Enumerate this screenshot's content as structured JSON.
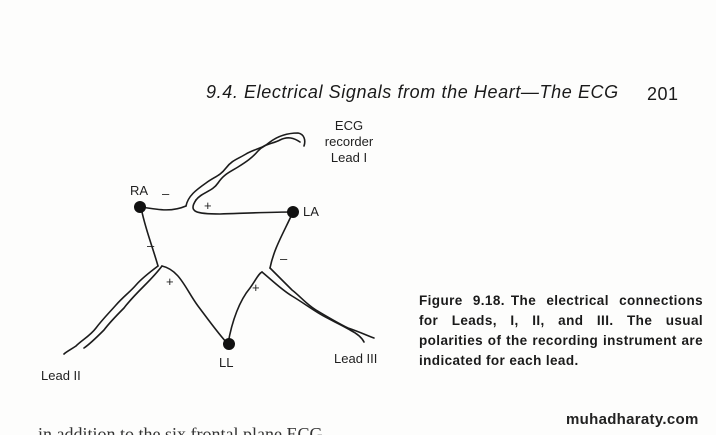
{
  "header": {
    "section_title": "9.4.  Electrical Signals from the Heart—The ECG",
    "page_number": "201"
  },
  "diagram": {
    "recorder_label_lines": [
      "ECG",
      "recorder",
      "Lead I"
    ],
    "node_ra": "RA",
    "node_la": "LA",
    "node_ll": "LL",
    "lead_two_label": "Lead II",
    "lead_three_label": "Lead III",
    "polarity_minus": "–",
    "polarity_plus": "+"
  },
  "caption": {
    "figure_id": "Figure 9.18.",
    "text": "The electrical connections for Leads, I, II, and III. The usual polarities of the recording instrument are indicated for each lead."
  },
  "body": {
    "partial_line": "in addition to the six frontal plane ECG"
  },
  "watermark": {
    "text": "muhadharaty.com"
  }
}
